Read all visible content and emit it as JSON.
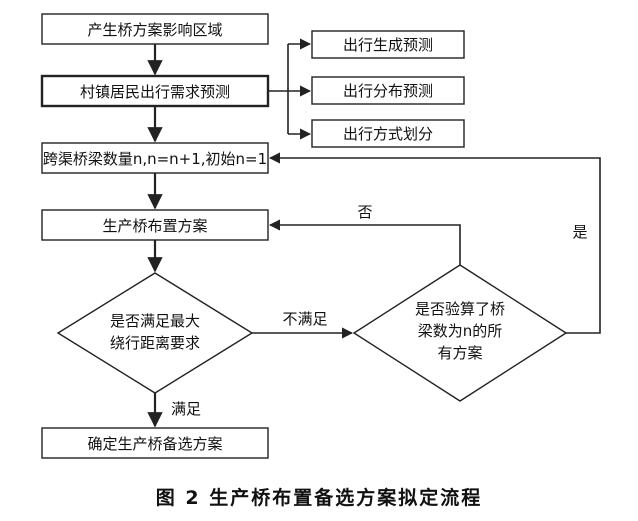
{
  "nodes": {
    "influence": "产生桥方案影响区域",
    "demand": "村镇居民出行需求预测",
    "gen": "出行生成预测",
    "dist": "出行分布预测",
    "mode": "出行方式划分",
    "count": "跨渠桥梁数量n,n=n+1,初始n=1",
    "layout": "生产桥布置方案",
    "detour_line1": "是否满足最大",
    "detour_line2": "绕行距离要求",
    "checked_line1": "是否验算了桥",
    "checked_line2": "梁数为n的所",
    "checked_line3": "有方案",
    "final": "确定生产桥备选方案"
  },
  "edges": {
    "no": "否",
    "yes": "是",
    "not_met": "不满足",
    "met": "满足"
  },
  "caption": "图 2  生产桥布置备选方案拟定流程"
}
